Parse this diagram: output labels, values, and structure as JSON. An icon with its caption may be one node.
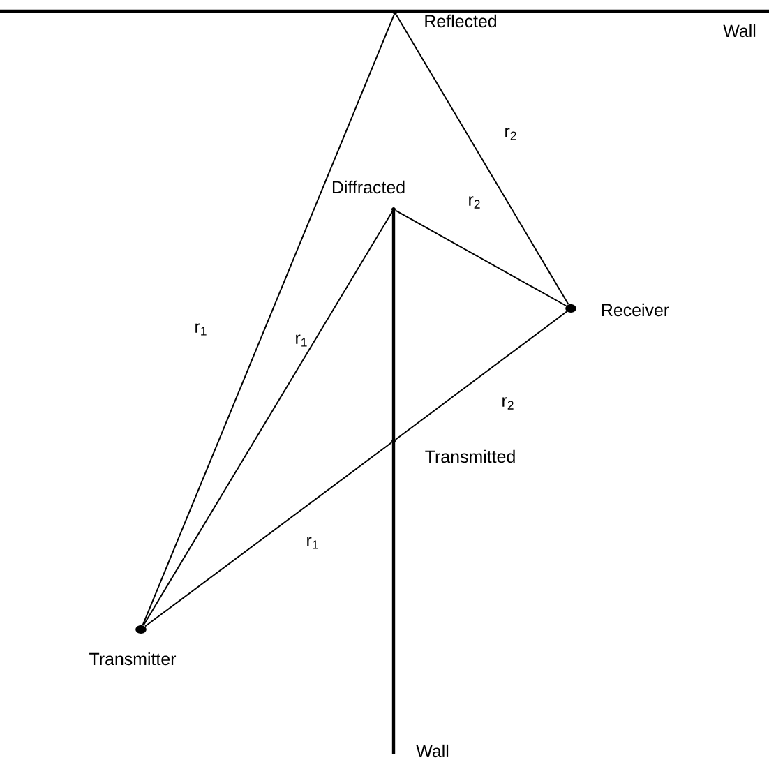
{
  "diagram": {
    "nodes": [
      {
        "text": [],
        "shape": "circle",
        "beside": [
          "Transmitter"
        ]
      },
      {
        "text": [],
        "shape": "circle",
        "beside": [
          "Receiver"
        ]
      },
      {
        "text": [],
        "shape": "point",
        "beside": [
          "Reflected"
        ]
      },
      {
        "text": [],
        "shape": "point",
        "beside": [
          "Diffracted"
        ]
      },
      {
        "text": [],
        "shape": "point",
        "beside": [
          "Transmitted"
        ]
      }
    ],
    "edges": [
      {
        "from": 0,
        "to": 2,
        "arrow": "none",
        "label": "r$_{1}$"
      },
      {
        "from": 2,
        "to": 1,
        "arrow": "none",
        "label": "r$_{2}$"
      },
      {
        "from": 0,
        "to": 3,
        "arrow": "none",
        "label": "r$_{1}$"
      },
      {
        "from": 3,
        "to": 1,
        "arrow": "none",
        "label": "r$_{2}$"
      },
      {
        "from": 0,
        "to": 4,
        "arrow": "none",
        "label": "r$_{1}$"
      },
      {
        "from": 4,
        "to": 1,
        "arrow": "none",
        "label": "r$_{2}$"
      }
    ],
    "labels": [
      "Wall",
      "Wall"
    ]
  }
}
